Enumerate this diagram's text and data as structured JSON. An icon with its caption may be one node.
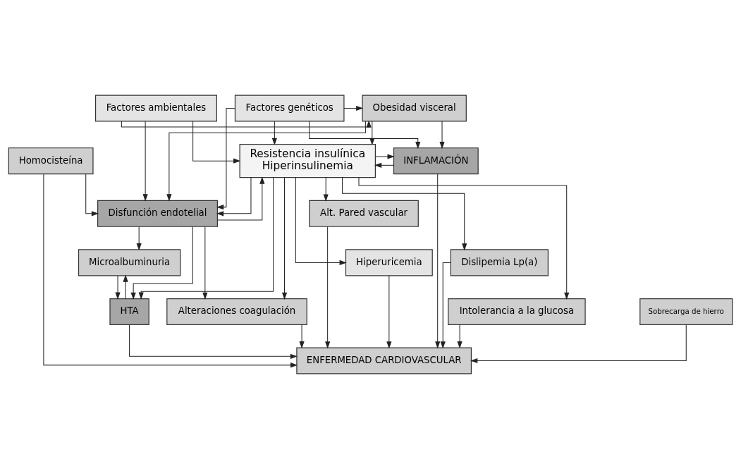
{
  "diagram": {
    "nodes": [
      {
        "text": [
          "Factores genéticos"
        ]
      },
      {
        "text": [
          "Obesidad visceral"
        ]
      },
      {
        "text": [
          "Factores ambientales"
        ]
      },
      {
        "text": [
          "Resistencia insulínica",
          "Hiperinsulinemia"
        ]
      },
      {
        "text": [
          "Homocisteína"
        ]
      },
      {
        "text": [
          "INFLAMACIÓN"
        ]
      },
      {
        "text": [
          "Disfunción endotelial"
        ]
      },
      {
        "text": [
          "Alt. Pared vascular"
        ]
      },
      {
        "text": [
          "Hiperuricemia"
        ]
      },
      {
        "text": [
          "Microalbuminuria"
        ]
      },
      {
        "text": [
          "Dislipemia Lp(a)"
        ]
      },
      {
        "text": [
          "Intolerancia a la glucosa"
        ]
      },
      {
        "text": [
          "Alteraciones coagulación"
        ]
      },
      {
        "text": [
          "HTA"
        ]
      },
      {
        "text": [
          "Sobrecarga de hierro"
        ]
      },
      {
        "text": [
          "ENFERMEDAD CARDIOVASCULAR"
        ]
      }
    ],
    "edges": [
      {
        "from": 0,
        "to": 1,
        "arrow": "to"
      },
      {
        "from": 2,
        "to": 1,
        "arrow": "to"
      },
      {
        "from": 0,
        "to": 5,
        "arrow": "to"
      },
      {
        "from": 1,
        "to": 5,
        "arrow": "to"
      },
      {
        "from": 0,
        "to": 3,
        "arrow": "to"
      },
      {
        "from": 1,
        "to": 3,
        "arrow": "to"
      },
      {
        "from": 2,
        "to": 3,
        "arrow": "to"
      },
      {
        "from": 0,
        "to": 6,
        "arrow": "to"
      },
      {
        "from": 1,
        "to": 6,
        "arrow": "to"
      },
      {
        "from": 2,
        "to": 6,
        "arrow": "to"
      },
      {
        "from": 5,
        "to": 3,
        "arrow": "to"
      },
      {
        "from": 3,
        "to": 5,
        "arrow": "to"
      },
      {
        "from": 3,
        "to": 6,
        "arrow": "to"
      },
      {
        "from": 6,
        "to": 3,
        "arrow": "to"
      },
      {
        "from": 4,
        "to": 6,
        "arrow": "to"
      },
      {
        "from": 4,
        "to": 15,
        "arrow": "to"
      },
      {
        "from": 5,
        "to": 15,
        "arrow": "to"
      },
      {
        "from": 3,
        "to": 7,
        "arrow": "to"
      },
      {
        "from": 3,
        "to": 10,
        "arrow": "to"
      },
      {
        "from": 7,
        "to": 15,
        "arrow": "to"
      },
      {
        "from": 3,
        "to": 8,
        "arrow": "to"
      },
      {
        "from": 3,
        "to": 11,
        "arrow": "to"
      },
      {
        "from": 3,
        "to": 12,
        "arrow": "to"
      },
      {
        "from": 6,
        "to": 12,
        "arrow": "to"
      },
      {
        "from": 3,
        "to": 13,
        "arrow": "to"
      },
      {
        "from": 6,
        "to": 13,
        "arrow": "to"
      },
      {
        "from": 6,
        "to": 9,
        "arrow": "to"
      },
      {
        "from": 13,
        "to": 9,
        "arrow": "to"
      },
      {
        "from": 9,
        "to": 13,
        "arrow": "to"
      },
      {
        "from": 8,
        "to": 15,
        "arrow": "to"
      },
      {
        "from": 10,
        "to": 15,
        "arrow": "to"
      },
      {
        "from": 14,
        "to": 15,
        "arrow": "to"
      },
      {
        "from": 11,
        "to": 15,
        "arrow": "to"
      },
      {
        "from": 12,
        "to": 15,
        "arrow": "to"
      },
      {
        "from": 13,
        "to": 15,
        "arrow": "to"
      }
    ]
  }
}
